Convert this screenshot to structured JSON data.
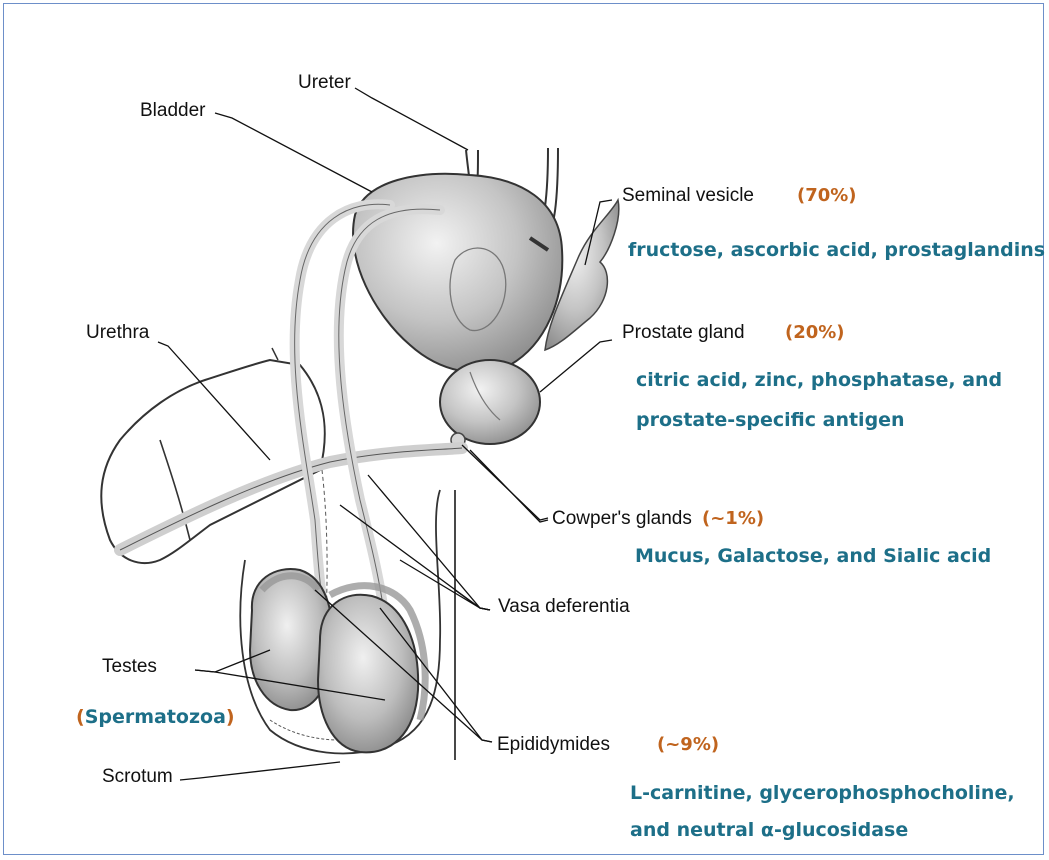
{
  "colors": {
    "frame": "#6d8fc9",
    "percent": "#c0641e",
    "description": "#1d6f88",
    "label": "#111111"
  },
  "labels": {
    "ureter": "Ureter",
    "bladder": "Bladder",
    "urethra": "Urethra",
    "testes": "Testes",
    "scrotum": "Scrotum",
    "seminal_vesicle": "Seminal vesicle",
    "prostate_gland": "Prostate gland",
    "cowpers_glands": "Cowper's glands",
    "vasa_deferentia": "Vasa deferentia",
    "epididymides": "Epididymides"
  },
  "percentages": {
    "seminal_vesicle": "(70%)",
    "prostate_gland": "(20%)",
    "cowpers_glands": "(~1%)",
    "epididymides": "(~9%)"
  },
  "descriptions": {
    "seminal_vesicle": "fructose, ascorbic acid,  prostaglandins",
    "prostate_gland_line1": "citric acid, zinc, phosphatase, and",
    "prostate_gland_line2": "prostate-specific antigen",
    "cowpers_glands": "Mucus,  Galactose, and Sialic acid",
    "epididymides_line1": "L-carnitine, glycerophosphocholine,",
    "epididymides_line2": "and neutral α-glucosidase"
  },
  "testes_content": {
    "open_paren": "(",
    "text": "Spermatozoa",
    "close_paren": ")"
  }
}
